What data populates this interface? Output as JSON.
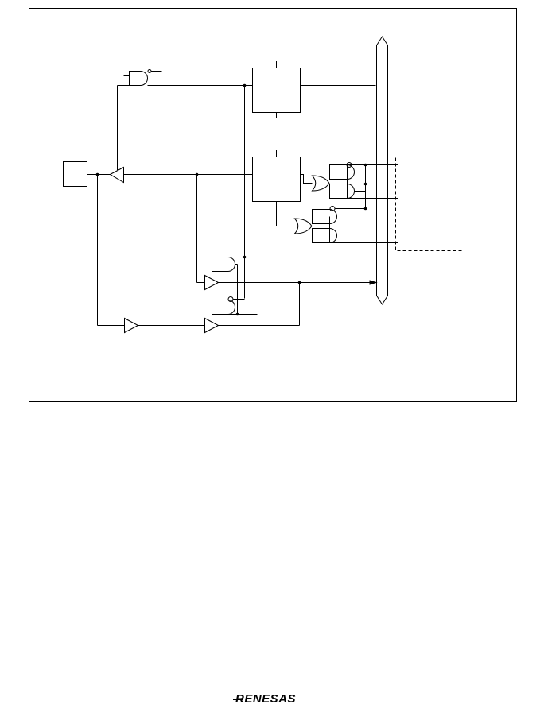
{
  "page": {
    "background": "#ffffff",
    "line_color": "#000000"
  },
  "diagram": {
    "components": [
      "pin-box",
      "pin-input-buffer",
      "and-gate-top",
      "block-upper",
      "block-lower",
      "or-gate-right-a",
      "and-gate-right-a",
      "and-gate-right-b",
      "or-gate-right-b",
      "and-gate-right-c",
      "and-gate-right-d",
      "and-gate-lower-a",
      "and-gate-lower-b",
      "buffer-lower-a",
      "buffer-lower-b",
      "buffer-bottom-left",
      "internal-bus",
      "dashed-region"
    ]
  },
  "logo": {
    "text": "RENESAS",
    "first_letter": "R",
    "rest": "ENESAS"
  }
}
